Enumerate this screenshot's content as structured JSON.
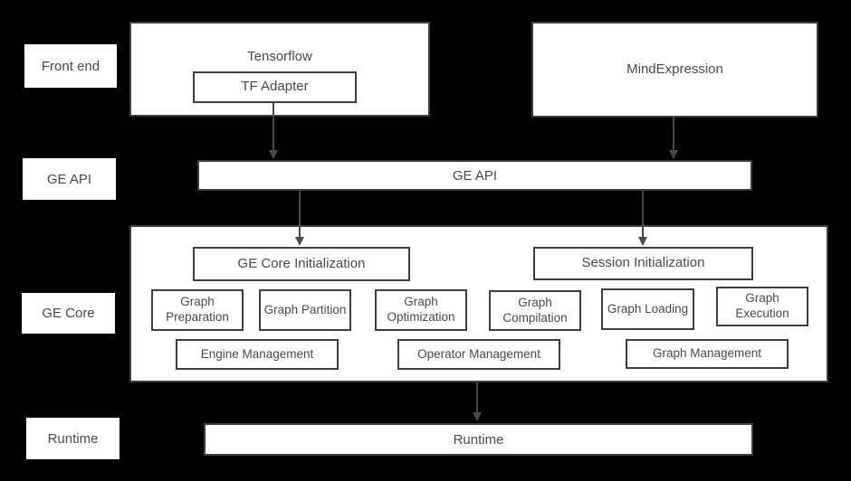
{
  "colors": {
    "background": "#000000",
    "box_fill": "#ffffff",
    "box_border": "#3d3d3d",
    "text": "#4a4a4a",
    "arrow": "#4a4a4a"
  },
  "row_labels": {
    "front_end": "Front end",
    "ge_api": "GE API",
    "ge_core": "GE Core",
    "runtime": "Runtime"
  },
  "front_end": {
    "tensorflow": "Tensorflow",
    "tf_adapter": "TF Adapter",
    "mind_expression": "MindExpression"
  },
  "ge_api": {
    "label": "GE API"
  },
  "ge_core": {
    "core_init": "GE Core Initialization",
    "session_init": "Session Initialization",
    "modules": [
      "Graph Preparation",
      "Graph Partition",
      "Graph Optimization",
      "Graph Compilation",
      "Graph Loading",
      "Graph Execution"
    ],
    "managers": [
      "Engine Management",
      "Operator Management",
      "Graph Management"
    ]
  },
  "runtime": {
    "label": "Runtime"
  }
}
